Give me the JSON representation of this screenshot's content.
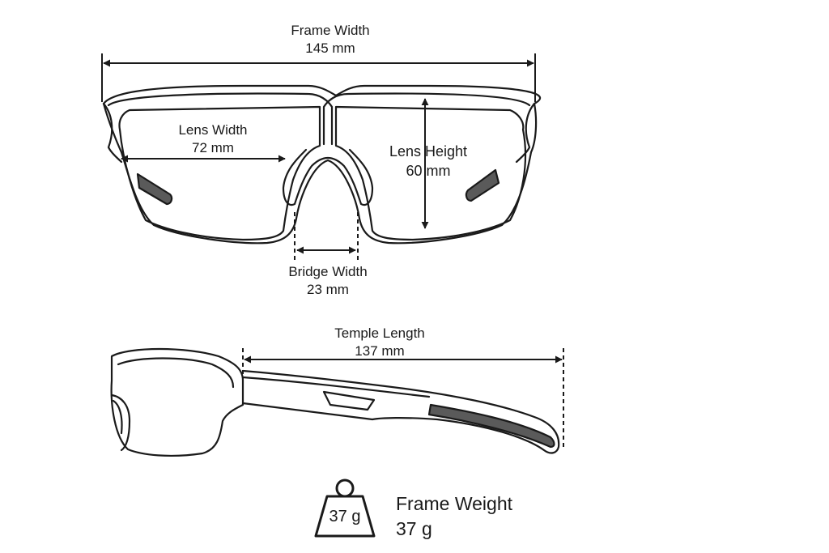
{
  "dimensions": {
    "frame_width": {
      "label": "Frame Width",
      "value": "145 mm"
    },
    "lens_width": {
      "label": "Lens Width",
      "value": "72 mm"
    },
    "lens_height": {
      "label": "Lens Height",
      "value": "60 mm"
    },
    "bridge_width": {
      "label": "Bridge Width",
      "value": "23 mm"
    },
    "temple_length": {
      "label": "Temple Length",
      "value": "137 mm"
    }
  },
  "weight": {
    "label": "Frame Weight",
    "value": "37 g",
    "badge": "37 g"
  },
  "colors": {
    "line": "#1a1a1a",
    "pad": "#5a5a5a",
    "background": "#ffffff"
  }
}
